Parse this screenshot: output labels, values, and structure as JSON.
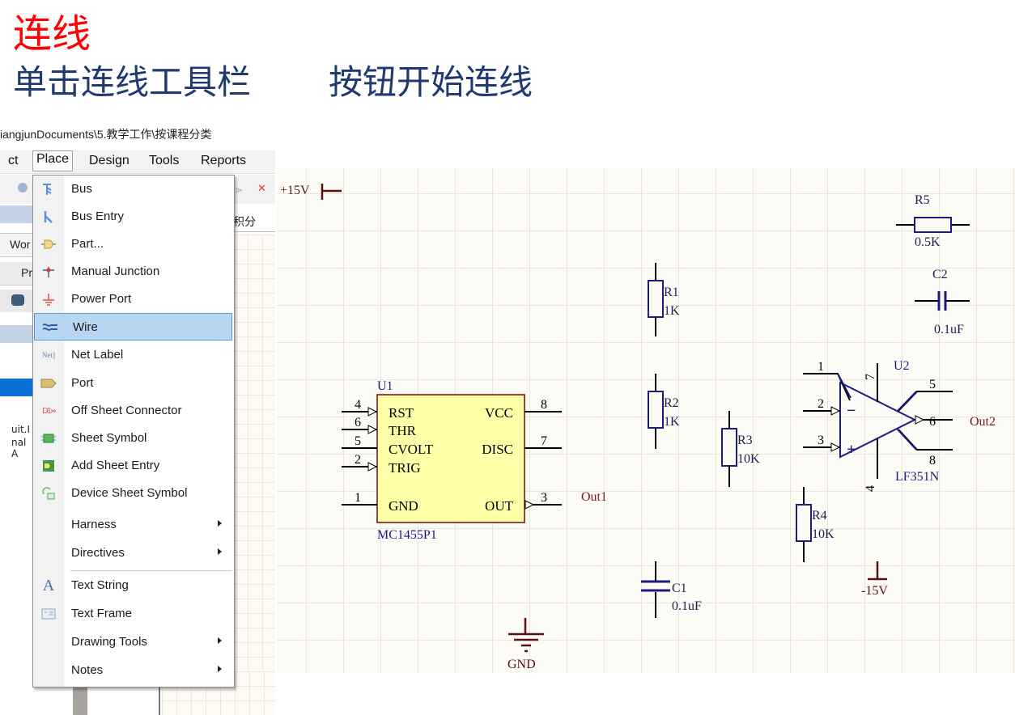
{
  "slide": {
    "title": "连线",
    "subtitle_part1": "单击连线工具栏",
    "subtitle_part2": "按钮开始连线"
  },
  "app": {
    "path": "iangjunDocuments\\5.教学工作\\按课程分类",
    "menubar": [
      {
        "label": "ct"
      },
      {
        "label": "Place",
        "active": true
      },
      {
        "label": "Design"
      },
      {
        "label": "Tools"
      },
      {
        "label": "Reports"
      }
    ],
    "side_fragments": [
      "Wor",
      "Pr",
      "uit.I",
      "nal A",
      "积分"
    ],
    "place_menu": [
      {
        "label": "Bus",
        "icon": "bus-icon"
      },
      {
        "label": "Bus Entry",
        "icon": "bus-entry-icon"
      },
      {
        "label": "Part...",
        "icon": "part-icon"
      },
      {
        "label": "Manual Junction",
        "icon": "junction-icon"
      },
      {
        "label": "Power Port",
        "icon": "power-port-icon"
      },
      {
        "label": "Wire",
        "icon": "wire-icon",
        "highlighted": true
      },
      {
        "label": "Net Label",
        "icon": "net-label-icon"
      },
      {
        "label": "Port",
        "icon": "port-icon"
      },
      {
        "label": "Off Sheet Connector",
        "icon": "off-sheet-connector-icon"
      },
      {
        "label": "Sheet Symbol",
        "icon": "sheet-symbol-icon"
      },
      {
        "label": "Add Sheet Entry",
        "icon": "sheet-entry-icon"
      },
      {
        "label": "Device Sheet Symbol",
        "icon": "device-sheet-icon"
      },
      {
        "label": "Harness",
        "submenu": true
      },
      {
        "label": "Directives",
        "submenu": true
      },
      {
        "label": "Text String",
        "icon": "text-string-icon"
      },
      {
        "label": "Text Frame",
        "icon": "text-frame-icon"
      },
      {
        "label": "Drawing Tools",
        "submenu": true
      },
      {
        "label": "Notes",
        "submenu": true
      }
    ]
  },
  "schematic": {
    "power_pos": "+15V",
    "power_neg": "-15V",
    "gnd": "GND",
    "u1": {
      "designator": "U1",
      "part": "MC1455P1",
      "left_pins": [
        {
          "num": "4",
          "name": "RST"
        },
        {
          "num": "6",
          "name": "THR"
        },
        {
          "num": "5",
          "name": "CVOLT"
        },
        {
          "num": "2",
          "name": "TRIG"
        },
        {
          "num": "1",
          "name": "GND"
        }
      ],
      "right_pins": [
        {
          "num": "8",
          "name": "VCC"
        },
        {
          "num": "7",
          "name": "DISC"
        },
        {
          "num": "3",
          "name": "OUT"
        }
      ],
      "net_out": "Out1"
    },
    "u2": {
      "designator": "U2",
      "part": "LF351N",
      "pins": [
        "1",
        "2",
        "3",
        "7",
        "4",
        "5",
        "6",
        "8"
      ],
      "minus": "−",
      "plus": "+",
      "net_out": "Out2"
    },
    "r1": {
      "designator": "R1",
      "value": "1K"
    },
    "r2": {
      "designator": "R2",
      "value": "1K"
    },
    "r3": {
      "designator": "R3",
      "value": "10K"
    },
    "r4": {
      "designator": "R4",
      "value": "10K"
    },
    "r5": {
      "designator": "R5",
      "value": "0.5K"
    },
    "c1": {
      "designator": "C1",
      "value": "0.1uF"
    },
    "c2": {
      "designator": "C2",
      "value": "0.1uF"
    }
  }
}
